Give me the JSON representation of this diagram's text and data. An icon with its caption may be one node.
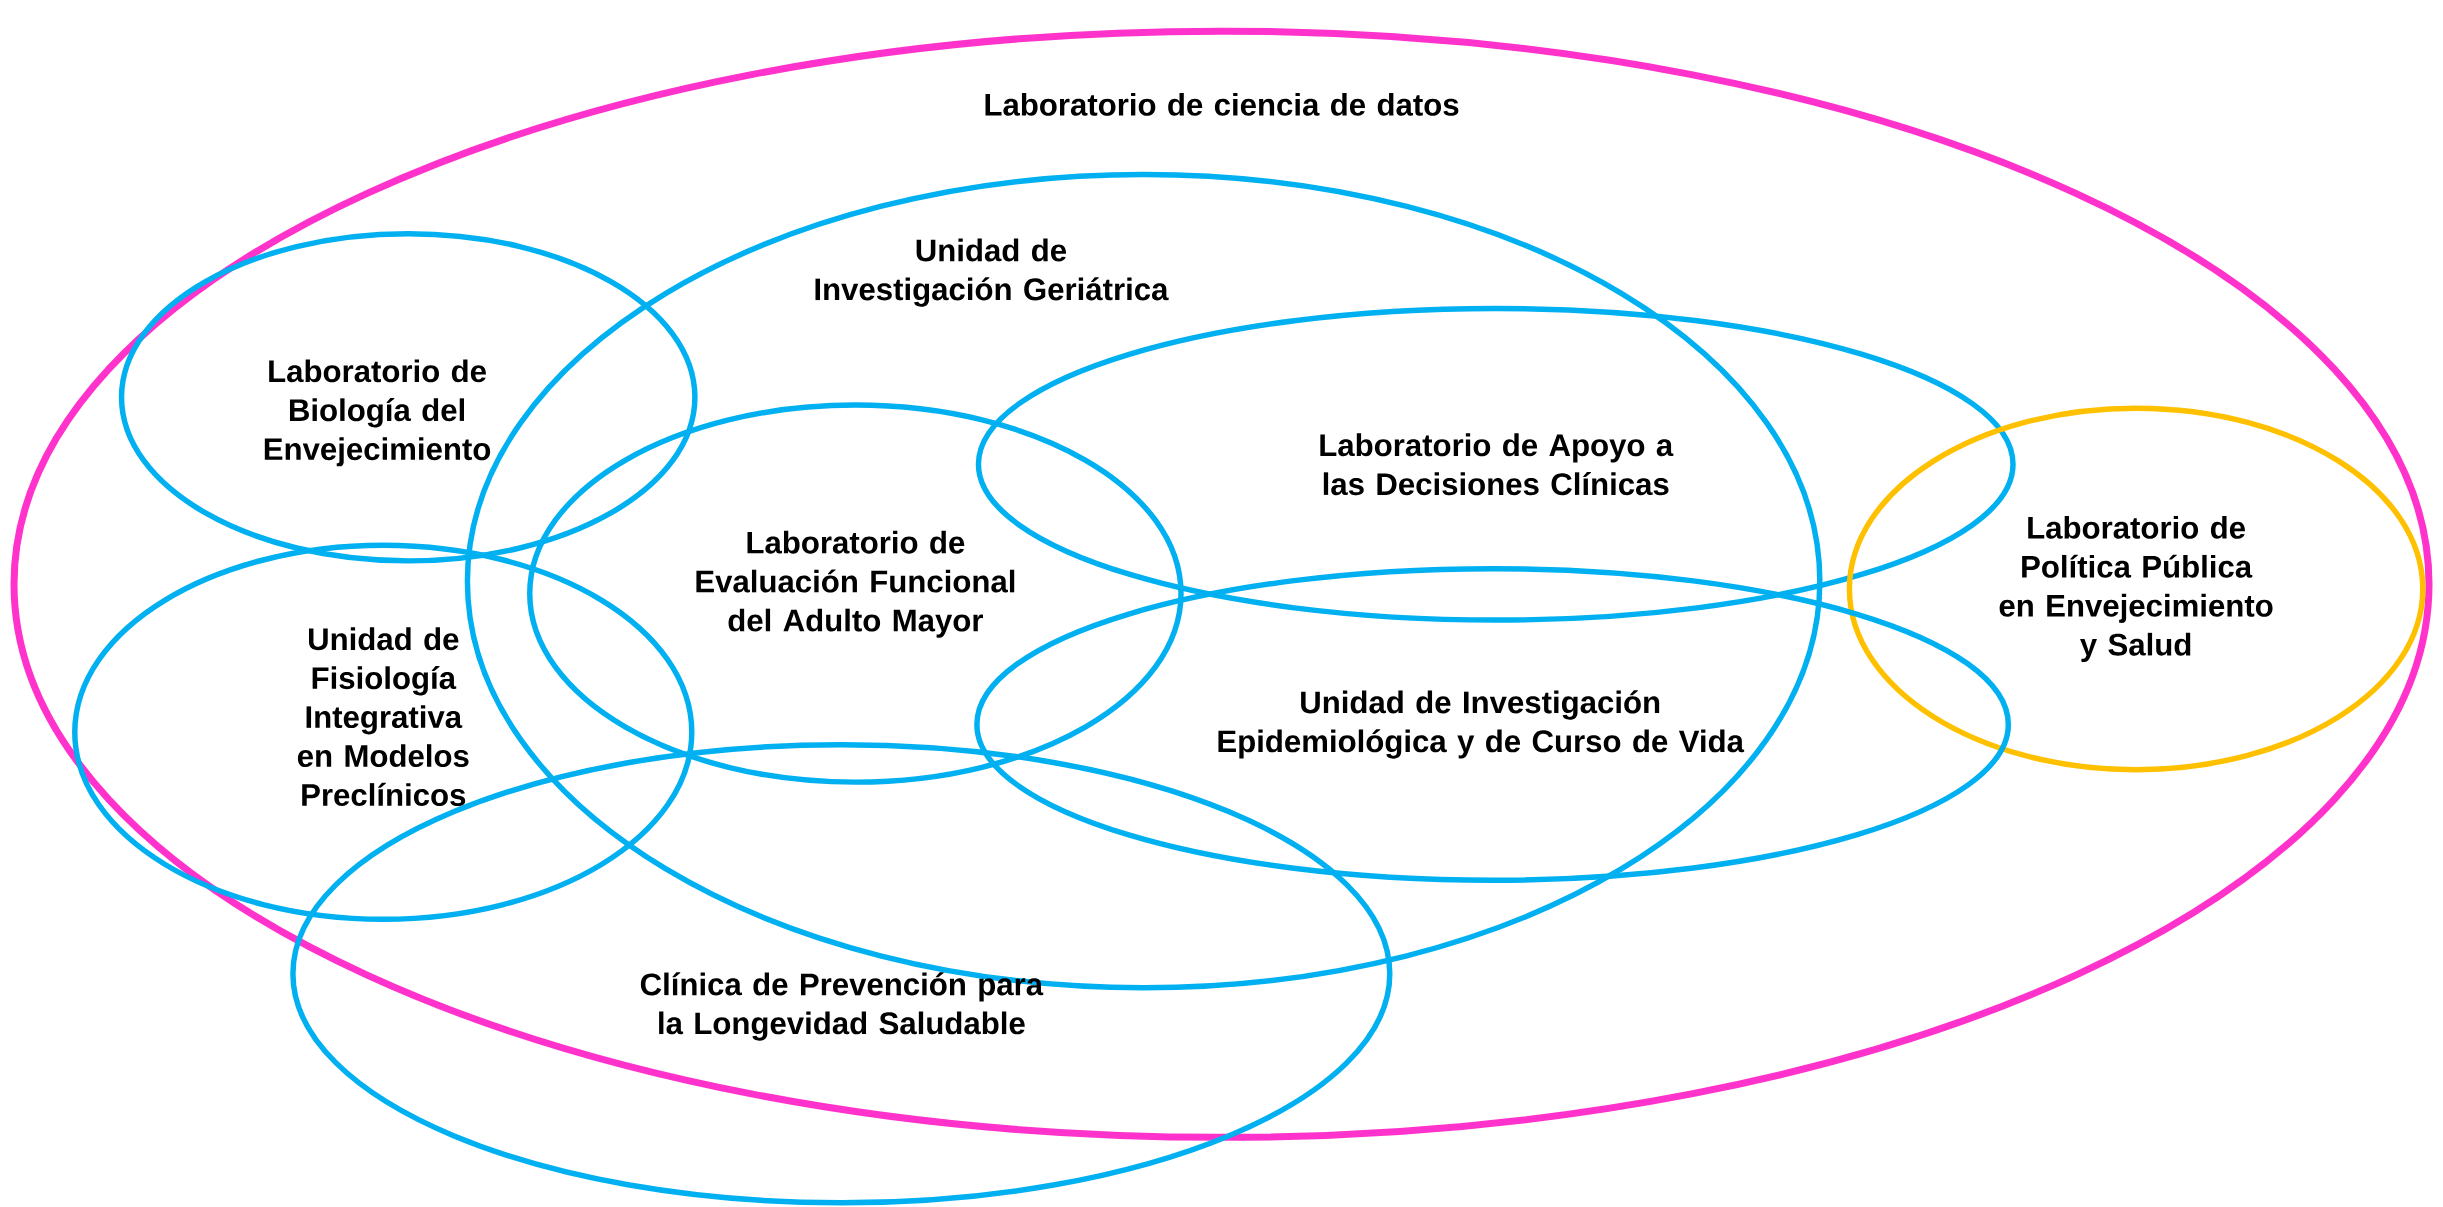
{
  "diagram": {
    "nodes": [
      {
        "text": [
          "Laboratorio de ciencia de datos"
        ]
      },
      {
        "text": [
          "Unidad de Investigación Geriátrica"
        ],
        "in": 0
      },
      {
        "text": [
          "Laboratorio de Biología del Envejecimiento"
        ],
        "in": 0
      },
      {
        "text": [
          "Laboratorio de Apoyo a las Decisiones Clínicas"
        ],
        "in": 0
      },
      {
        "text": [
          "Laboratorio de Política Pública en Envejecimiento y Salud"
        ],
        "in": 0
      },
      {
        "text": [
          "Laboratorio de Evaluación Funcional del Adulto Mayor"
        ],
        "in": 1
      },
      {
        "text": [
          "Unidad de Fisiología Integrativa en Modelos Preclínicos"
        ],
        "in": 0
      },
      {
        "text": [
          "Unidad de Investigación Epidemiológica y de Curso de Vida"
        ],
        "in": 0
      },
      {
        "text": [
          "Clínica de Prevención para la Longevidad Saludable"
        ]
      }
    ]
  }
}
